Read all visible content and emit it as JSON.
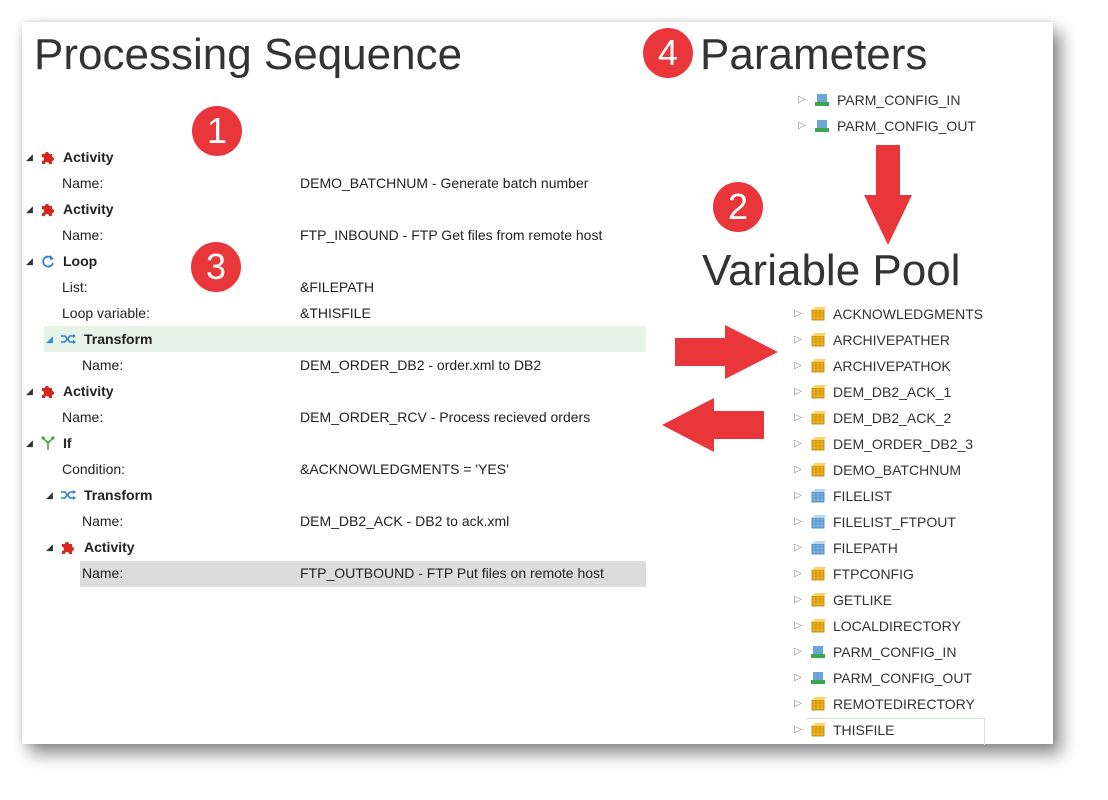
{
  "titles": {
    "processing": "Processing Sequence",
    "parameters": "Parameters",
    "variable_pool": "Variable Pool"
  },
  "badges": [
    "1",
    "2",
    "3",
    "4"
  ],
  "sequence": {
    "activity1": {
      "label": "Activity",
      "field": "Name:",
      "value": "DEMO_BATCHNUM - Generate batch number"
    },
    "activity2": {
      "label": "Activity",
      "field": "Name:",
      "value": "FTP_INBOUND - FTP Get files from remote host"
    },
    "loop": {
      "label": "Loop",
      "list_field": "List:",
      "list_value": "&FILEPATH",
      "var_field": "Loop variable:",
      "var_value": "&THISFILE"
    },
    "transform1": {
      "label": "Transform",
      "field": "Name:",
      "value": "DEM_ORDER_DB2 - order.xml to DB2"
    },
    "activity3": {
      "label": "Activity",
      "field": "Name:",
      "value": "DEM_ORDER_RCV - Process recieved orders"
    },
    "if": {
      "label": "If",
      "field": "Condition:",
      "value": "&ACKNOWLEDGMENTS = 'YES'"
    },
    "transform2": {
      "label": "Transform",
      "field": "Name:",
      "value": "DEM_DB2_ACK - DB2 to ack.xml"
    },
    "activity4": {
      "label": "Activity",
      "field": "Name:",
      "value": "FTP_OUTBOUND - FTP Put files on remote host"
    }
  },
  "parameters": [
    {
      "name": "PARM_CONFIG_IN",
      "icon": "parameter-in-icon"
    },
    {
      "name": "PARM_CONFIG_OUT",
      "icon": "parameter-out-icon"
    }
  ],
  "variable_pool": [
    {
      "name": "ACKNOWLEDGMENTS",
      "icon": "variable-icon"
    },
    {
      "name": "ARCHIVEPATHER",
      "icon": "variable-icon"
    },
    {
      "name": "ARCHIVEPATHOK",
      "icon": "variable-icon"
    },
    {
      "name": "DEM_DB2_ACK_1",
      "icon": "variable-icon"
    },
    {
      "name": "DEM_DB2_ACK_2",
      "icon": "variable-icon"
    },
    {
      "name": "DEM_ORDER_DB2_3",
      "icon": "variable-icon"
    },
    {
      "name": "DEMO_BATCHNUM",
      "icon": "variable-icon"
    },
    {
      "name": "FILELIST",
      "icon": "list-variable-icon"
    },
    {
      "name": "FILELIST_FTPOUT",
      "icon": "list-variable-icon"
    },
    {
      "name": "FILEPATH",
      "icon": "list-variable-icon"
    },
    {
      "name": "FTPCONFIG",
      "icon": "variable-icon"
    },
    {
      "name": "GETLIKE",
      "icon": "variable-icon"
    },
    {
      "name": "LOCALDIRECTORY",
      "icon": "variable-icon"
    },
    {
      "name": "PARM_CONFIG_IN",
      "icon": "parameter-in-icon"
    },
    {
      "name": "PARM_CONFIG_OUT",
      "icon": "parameter-out-icon"
    },
    {
      "name": "REMOTEDIRECTORY",
      "icon": "variable-icon"
    },
    {
      "name": "THISFILE",
      "icon": "variable-icon"
    }
  ],
  "colors": {
    "badge": "#e8363b",
    "arrow": "#e8363b",
    "highlight_green": "#e6f3e6",
    "highlight_grey": "#dcdcdc"
  }
}
